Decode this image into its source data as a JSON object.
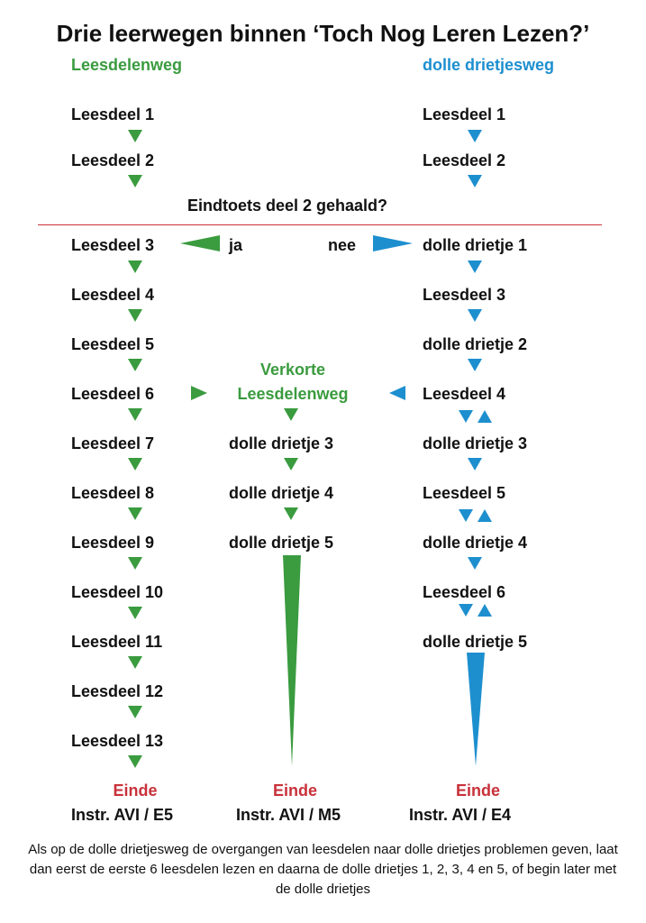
{
  "title": "Drie leerwegen binnen ‘Toch Nog Leren Lezen?’",
  "left_header": "Leesdelenweg",
  "right_header": "dolle drietjesweg",
  "left_top": [
    "Leesdeel 1",
    "Leesdeel 2"
  ],
  "right_top": [
    "Leesdeel 1",
    "Leesdeel 2"
  ],
  "question": "Eindtoets deel 2 gehaald?",
  "yes": "ja",
  "no": "nee",
  "left_main": [
    "Leesdeel 3",
    "Leesdeel 4",
    "Leesdeel 5",
    "Leesdeel 6",
    "Leesdeel 7",
    "Leesdeel 8",
    "Leesdeel 9",
    "Leesdeel 10",
    "Leesdeel 11",
    "Leesdeel 12",
    "Leesdeel 13"
  ],
  "middle_header": [
    "Verkorte",
    "Leesdelenweg"
  ],
  "middle_items": [
    "dolle drietje 3",
    "dolle drietje 4",
    "dolle drietje 5"
  ],
  "right_main": [
    "dolle drietje 1",
    "Leesdeel 3",
    "dolle drietje 2",
    "Leesdeel 4",
    "dolle drietje 3",
    "Leesdeel 5",
    "dolle drietje 4",
    "Leesdeel 6",
    "dolle drietje 5"
  ],
  "end_label": "Einde",
  "end_left": "Instr. AVI / E5",
  "end_middle": "Instr. AVI / M5",
  "end_right": "Instr. AVI / E4",
  "footnote": "Als op de dolle drietjesweg de overgangen van leesdelen naar dolle drietjes problemen geven, laat dan eerst de eerste 6 leesdelen lezen en daarna de dolle drietjes 1, 2, 3, 4 en 5, of begin later met de dolle drietjes",
  "colors": {
    "green": "#3a9b3f",
    "blue": "#1d8fcf",
    "red": "#c8313a"
  }
}
